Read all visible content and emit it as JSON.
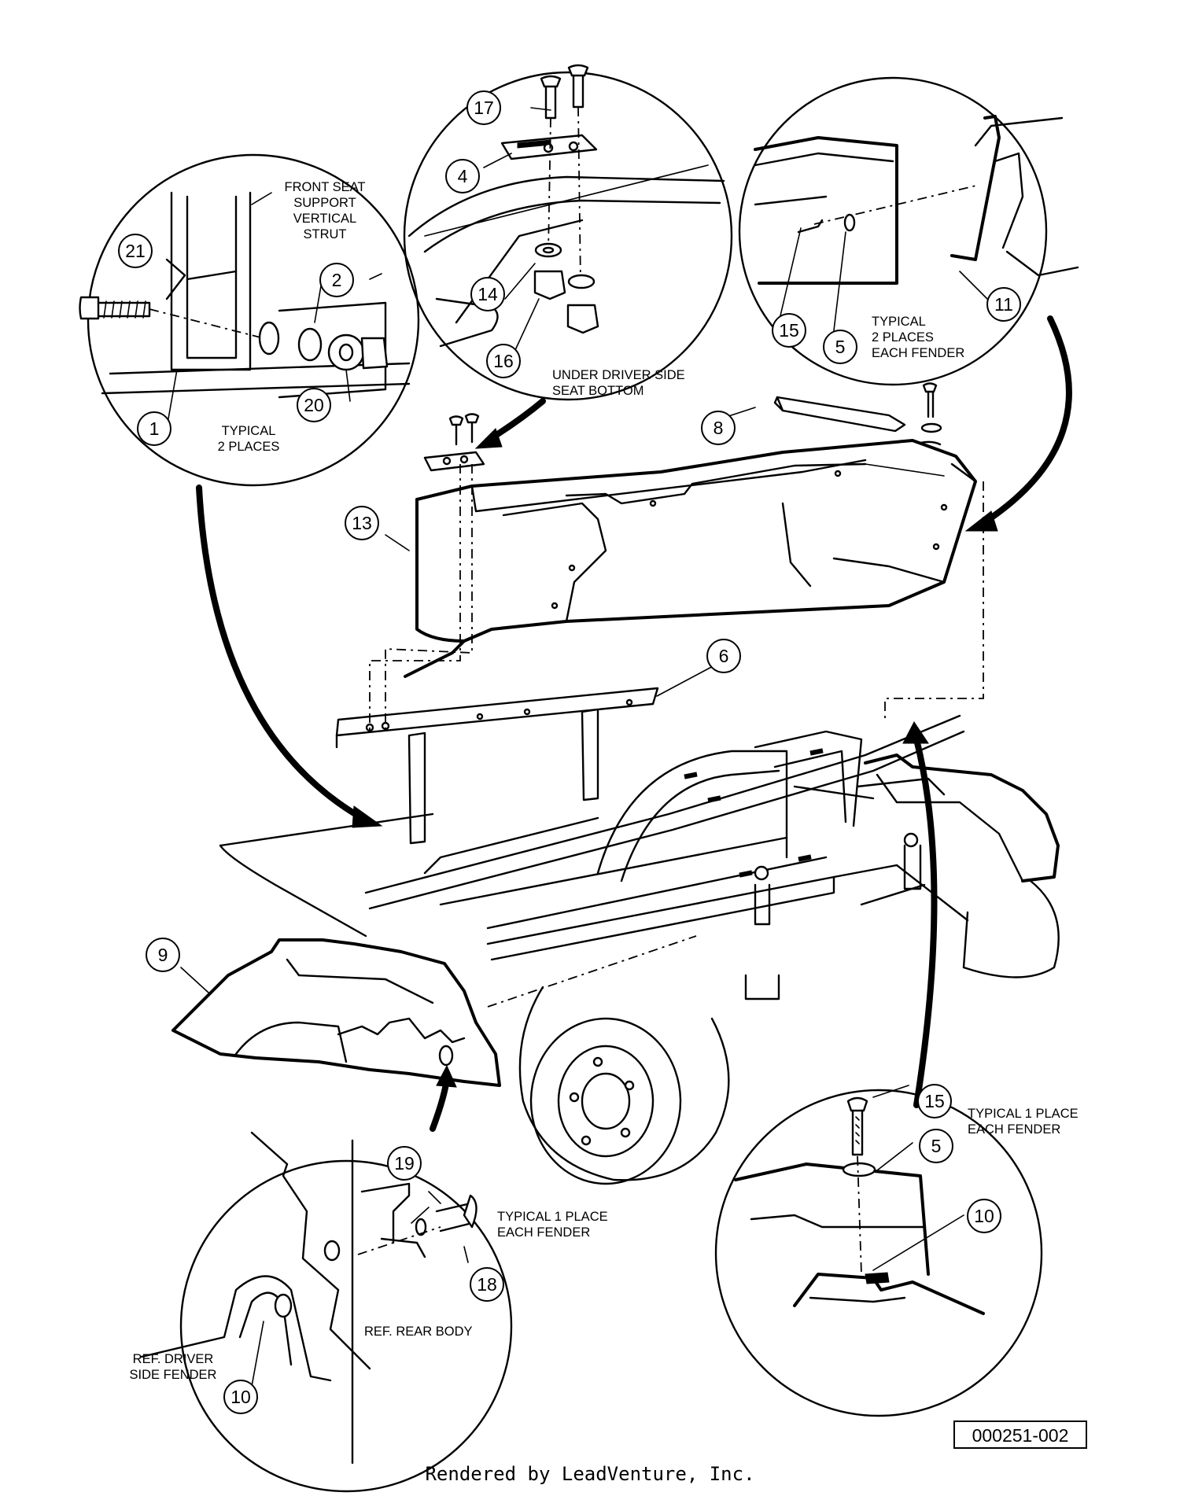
{
  "callouts": [
    {
      "label": "21"
    },
    {
      "label": "2"
    },
    {
      "label": "20"
    },
    {
      "label": "1"
    },
    {
      "label": "17"
    },
    {
      "label": "4"
    },
    {
      "label": "14"
    },
    {
      "label": "16"
    },
    {
      "label": "15"
    },
    {
      "label": "5"
    },
    {
      "label": "11"
    },
    {
      "label": "8"
    },
    {
      "label": "13"
    },
    {
      "label": "6"
    },
    {
      "label": "9"
    },
    {
      "label": "19"
    },
    {
      "label": "18"
    },
    {
      "label": "10"
    },
    {
      "label": "15"
    },
    {
      "label": "5"
    },
    {
      "label": "10"
    }
  ],
  "notes": {
    "front_seat": [
      "FRONT SEAT",
      "SUPPORT",
      "VERTICAL",
      "STRUT"
    ],
    "typical_2_places": [
      "TYPICAL",
      "2 PLACES"
    ],
    "under_driver": [
      "UNDER DRIVER SIDE",
      "SEAT BOTTOM"
    ],
    "typical_2_each": [
      "TYPICAL",
      "2 PLACES",
      "EACH FENDER"
    ],
    "typical_1_each_left": [
      "TYPICAL 1 PLACE",
      "EACH FENDER"
    ],
    "typical_1_each_right": [
      "TYPICAL 1 PLACE",
      "EACH FENDER"
    ],
    "ref_rear_body": "REF. REAR BODY",
    "ref_driver_fender": [
      "REF. DRIVER",
      "SIDE FENDER"
    ]
  },
  "drawing_number": "000251-002",
  "footer": "Rendered by LeadVenture, Inc."
}
